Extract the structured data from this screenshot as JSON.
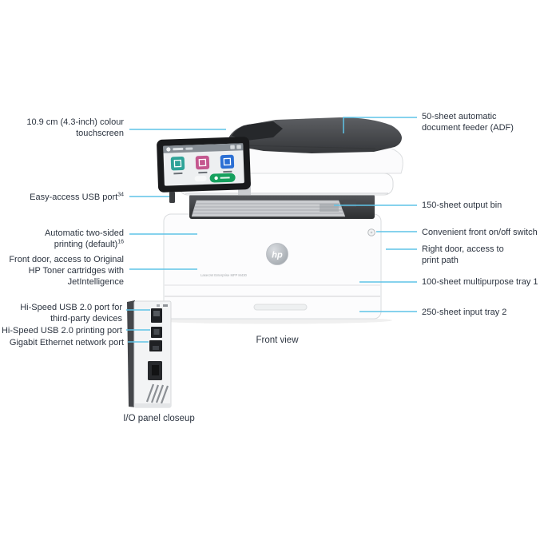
{
  "colors": {
    "leader_line": "#5fc3e7",
    "tile_teal": "#2fa398",
    "tile_pink": "#c4578f",
    "tile_blue": "#2b6fd4",
    "start_button_green": "#16a05e"
  },
  "diagram": {
    "captions": {
      "front_view": "Front view",
      "io_panel": "I/O panel closeup"
    },
    "printer": {
      "brand": "hp",
      "model_text": "LaserJet Enterprise MFP M430"
    },
    "labels_left": [
      {
        "text": "10.9 cm (4.3-inch) colour touchscreen",
        "sup": ""
      },
      {
        "text": "Easy-access USB port",
        "sup": "34"
      },
      {
        "text": "Automatic two-sided printing (default)",
        "sup": "16"
      },
      {
        "text": "Front door, access to Original HP Toner cartridges with JetIntelligence",
        "sup": ""
      },
      {
        "text": "Hi-Speed USB 2.0 port for third-party devices",
        "sup": ""
      },
      {
        "text": "Hi-Speed USB 2.0 printing port",
        "sup": ""
      },
      {
        "text": "Gigabit Ethernet network port",
        "sup": ""
      }
    ],
    "labels_right": [
      {
        "text": "50-sheet automatic document feeder (ADF)"
      },
      {
        "text": "150-sheet output bin"
      },
      {
        "text": "Convenient front on/off switch"
      },
      {
        "text": "Right door, access to print path"
      },
      {
        "text": "100-sheet multipurpose tray 1"
      },
      {
        "text": "250-sheet input tray 2"
      }
    ]
  }
}
